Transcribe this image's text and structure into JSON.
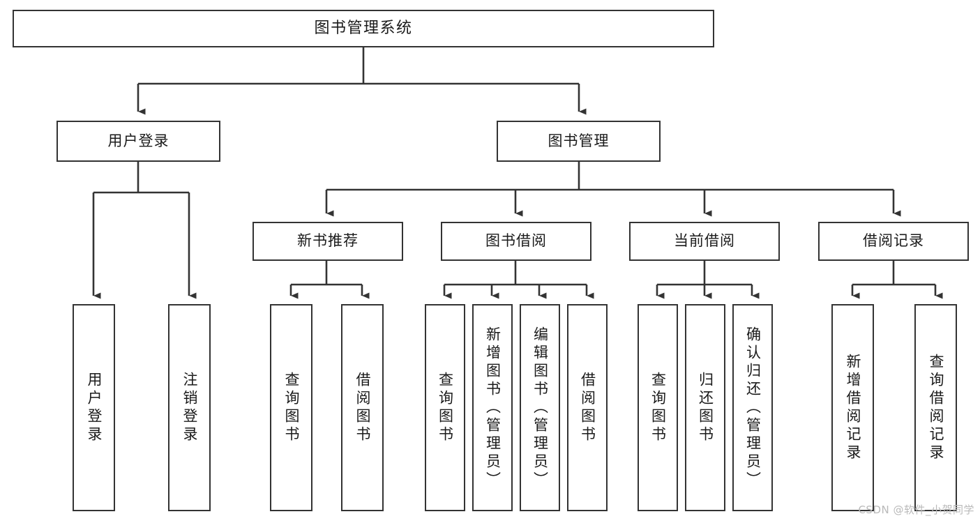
{
  "diagram": {
    "title": "图书管理系统",
    "watermark": "CSDN @软件_小贺同学",
    "line_color": "#333333",
    "box_fill": "#ffffff",
    "text_color": "#1a1a1a",
    "watermark_color": "#b9b9b9"
  },
  "nodes": {
    "root": {
      "label": "图书管理系统",
      "orientation": "horizontal"
    },
    "level1": [
      {
        "label": "用户登录",
        "orientation": "horizontal"
      },
      {
        "label": "图书管理",
        "orientation": "horizontal"
      }
    ],
    "level2": [
      {
        "label": "新书推荐",
        "orientation": "horizontal"
      },
      {
        "label": "图书借阅",
        "orientation": "horizontal"
      },
      {
        "label": "当前借阅",
        "orientation": "horizontal"
      },
      {
        "label": "借阅记录",
        "orientation": "horizontal"
      }
    ],
    "leaves": {
      "user_login": [
        {
          "label": "用户登录",
          "orientation": "vertical"
        },
        {
          "label": "注销登录",
          "orientation": "vertical"
        }
      ],
      "new_book": [
        {
          "label": "查询图书",
          "orientation": "vertical"
        },
        {
          "label": "借阅图书",
          "orientation": "vertical"
        }
      ],
      "book_borrow": [
        {
          "label": "查询图书",
          "orientation": "vertical"
        },
        {
          "label": "新增图书（管理员）",
          "orientation": "vertical"
        },
        {
          "label": "编辑图书（管理员）",
          "orientation": "vertical"
        },
        {
          "label": "借阅图书",
          "orientation": "vertical"
        }
      ],
      "current_borrow": [
        {
          "label": "查询图书",
          "orientation": "vertical"
        },
        {
          "label": "归还图书",
          "orientation": "vertical"
        },
        {
          "label": "确认归还（管理员）",
          "orientation": "vertical"
        }
      ],
      "borrow_record": [
        {
          "label": "新增借阅记录",
          "orientation": "vertical"
        },
        {
          "label": "查询借阅记录",
          "orientation": "vertical"
        }
      ]
    }
  }
}
